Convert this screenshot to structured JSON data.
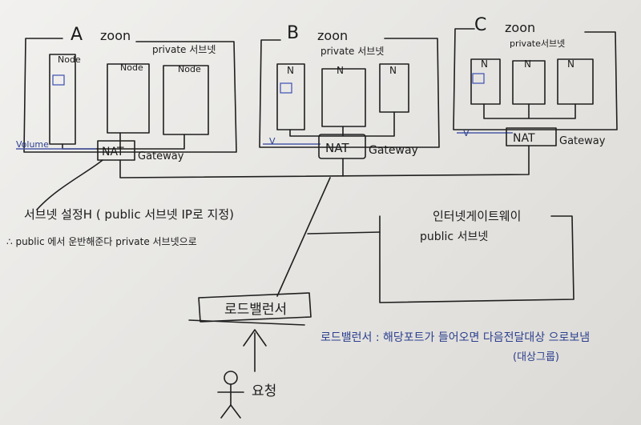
{
  "zones": [
    {
      "letter": "A",
      "zone_label": "zoon",
      "subnet_label": "private 서브넷",
      "node_labels": [
        "Node",
        "Node",
        "Node"
      ],
      "volume_label": "Volume",
      "nat_label": "NAT",
      "gateway_label": "Gateway"
    },
    {
      "letter": "B",
      "zone_label": "zoon",
      "subnet_label": "private 서브넷",
      "node_labels": [
        "N",
        "N",
        "N"
      ],
      "volume_label": "V",
      "nat_label": "NAT",
      "gateway_label": "Gateway"
    },
    {
      "letter": "C",
      "zone_label": "zoon",
      "subnet_label": "private서브넷",
      "node_labels": [
        "N",
        "N",
        "N"
      ],
      "volume_label": "V",
      "nat_label": "NAT",
      "gateway_label": "Gateway"
    }
  ],
  "notes": {
    "subnet_note": "서브넷 설정H ( public 서브넷 IP로 지정)",
    "route_note": "∴ public 에서 운반해준다  private 서브넷으로"
  },
  "internet_gateway": {
    "title": "인터넷게이트웨이",
    "subtitle": "public 서브넷"
  },
  "load_balancer": {
    "label": "로드밸런서",
    "note_line1": "로드밸런서 : 해당포트가 들어오면 다음전달대상 으로보냄",
    "note_line2": "(대상그룹)"
  },
  "request": {
    "label": "요청"
  },
  "colors": {
    "ink": "#1b1b1b",
    "blue_ink": "#2b3f8f",
    "volume_line": "#4a5aa8"
  }
}
